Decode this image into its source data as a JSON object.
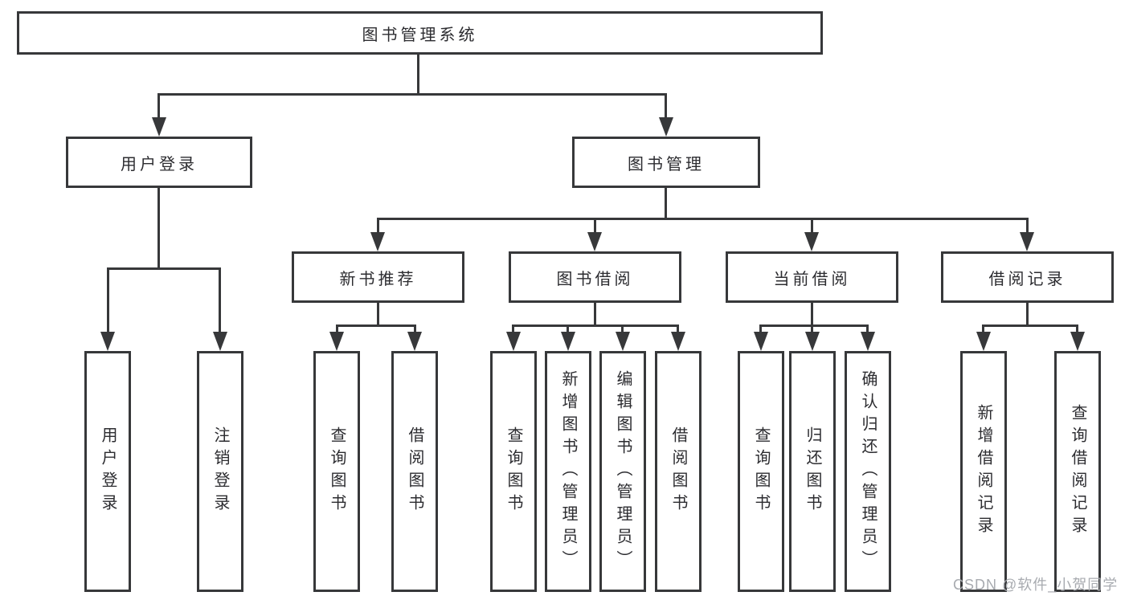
{
  "colors": {
    "line": "#37383a",
    "text": "#2c2c30",
    "watermark_color": "#a8abb0",
    "background": "#ffffff"
  },
  "tree": {
    "label": "图书管理系统",
    "children": [
      {
        "label": "用户登录",
        "children": [
          {
            "label": "用户登录"
          },
          {
            "label": "注销登录"
          }
        ]
      },
      {
        "label": "图书管理",
        "children": [
          {
            "label": "新书推荐",
            "children": [
              {
                "label": "查询图书"
              },
              {
                "label": "借阅图书"
              }
            ]
          },
          {
            "label": "图书借阅",
            "children": [
              {
                "label": "查询图书"
              },
              {
                "label": "新增图书（管理员）"
              },
              {
                "label": "编辑图书（管理员）"
              },
              {
                "label": "借阅图书"
              }
            ]
          },
          {
            "label": "当前借阅",
            "children": [
              {
                "label": "查询图书"
              },
              {
                "label": "归还图书"
              },
              {
                "label": "确认归还（管理员）"
              }
            ]
          },
          {
            "label": "借阅记录",
            "children": [
              {
                "label": "新增借阅记录"
              },
              {
                "label": "查询借阅记录"
              }
            ]
          }
        ]
      }
    ]
  },
  "watermark": {
    "text": "CSDN @软件_小贺同学"
  }
}
